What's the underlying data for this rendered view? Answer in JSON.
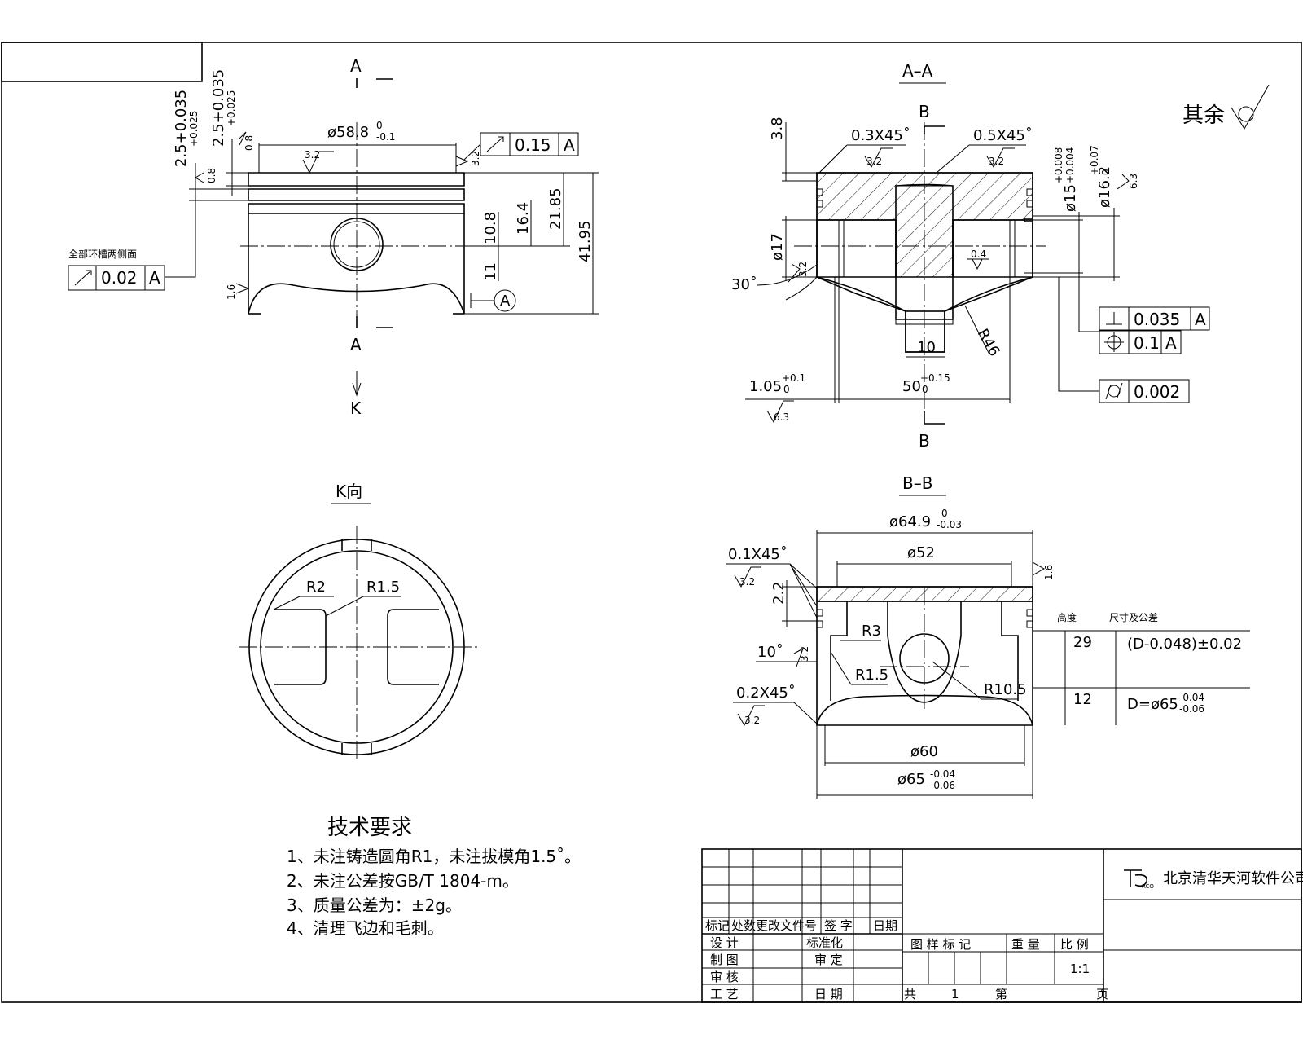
{
  "views": {
    "top_section_label": "A",
    "bottom_section_label": "A",
    "view_arrow_label": "K",
    "section_aa_title": "A–A",
    "section_bb_title": "B–B",
    "k_view_title": "K向",
    "b_top": "B",
    "b_bottom": "B"
  },
  "front_view": {
    "dia_top": "ø58.8",
    "dia_top_tol_up": "0",
    "dia_top_tol_dn": "-0.1",
    "ring_groove_1": "2.5+0.035",
    "ring_groove_1_b": "+0.025",
    "ring_groove_2": "2.5+0.035",
    "ring_groove_2_b": "+0.025",
    "rough_08_a": "0.8",
    "rough_08_b": "0.8",
    "rough_32_a": "3.2",
    "rough_32_b": "3.2",
    "rough_16": "1.6",
    "dim_108": "10.8",
    "dim_164": "16.4",
    "dim_2185": "21.85",
    "dim_4195": "41.95",
    "dim_11": "11",
    "runout_tol": "0.15",
    "runout_ref": "A",
    "groove_note": "全部环槽两侧面",
    "groove_tol": "0.02",
    "groove_ref": "A",
    "datum": "A"
  },
  "section_aa": {
    "dim_38": "3.8",
    "chamfer_1": "0.3X45˚",
    "chamfer_2": "0.5X45˚",
    "rough_32_a": "3.2",
    "rough_32_b": "3.2",
    "dia_15": "ø15",
    "dia_15_tol": "+0.008",
    "dia_15_tol_b": "+0.004",
    "dia_162": "ø16.2",
    "dia_162_tol": "+0.07",
    "dia_162_tol_b": "0",
    "rough_63": "6.3",
    "dia_17": "ø17",
    "rough_32_c": "3.2",
    "angle_30": "30˚",
    "rough_04": "0.4",
    "r46": "R46",
    "dim_10": "10",
    "dim_105": "1.05",
    "dim_105_tol": "+0.1",
    "dim_105_tol_b": "0",
    "dim_50": "50",
    "dim_50_tol": "+0.15",
    "dim_50_tol_b": "0",
    "rough_63_b": "6.3",
    "perp_tol": "0.035",
    "perp_ref": "A",
    "pos_tol": "0.1",
    "pos_ref": "A",
    "cyl_tol": "0.002"
  },
  "other_finish": "其余",
  "k_view": {
    "r2": "R2",
    "r15": "R1.5"
  },
  "section_bb": {
    "dia_649": "ø64.9",
    "dia_649_tol_up": "0",
    "dia_649_tol_dn": "-0.03",
    "chamfer_01": "0.1X45˚",
    "rough_32_a": "3.2",
    "dia_52": "ø52",
    "rough_16": "1.6",
    "dim_22": "2.2",
    "r3": "R3",
    "angle_10": "10˚",
    "rough_32_b": "3.2",
    "r15": "R1.5",
    "r105": "R10.5",
    "chamfer_02": "0.2X45˚",
    "rough_32_c": "3.2",
    "dia_60": "ø60",
    "dia_65": "ø65",
    "dia_65_tol_up": "-0.04",
    "dia_65_tol_dn": "-0.06",
    "table_h1": "高度",
    "table_h2": "尺寸及公差",
    "row1_h": "29",
    "row1_v": "(D-0.048)±0.02",
    "row2_h": "12",
    "row2_v": "D=ø65",
    "row2_tol_up": "-0.04",
    "row2_tol_dn": "-0.06"
  },
  "tech_req": {
    "title": "技术要求",
    "items": [
      "1、未注铸造圆角R1，未注拔模角1.5˚。",
      "2、未注公差按GB/T 1804-m。",
      "3、质量公差为：±2g。",
      "4、清理飞边和毛刺。"
    ]
  },
  "title_block": {
    "col_labels": [
      "标记",
      "处数",
      "更改文件号",
      "签 字",
      "日期"
    ],
    "design": "设 计",
    "draw": "制 图",
    "check": "审 核",
    "process": "工 艺",
    "standard": "标准化",
    "approve": "审 定",
    "date": "日 期",
    "headers": [
      "图 样 标 记",
      "重 量",
      "比 例"
    ],
    "scale": "1:1",
    "total": "共",
    "total_num": "1",
    "page": "第",
    "page_unit": "页",
    "company": "北京清华天河软件公司"
  }
}
